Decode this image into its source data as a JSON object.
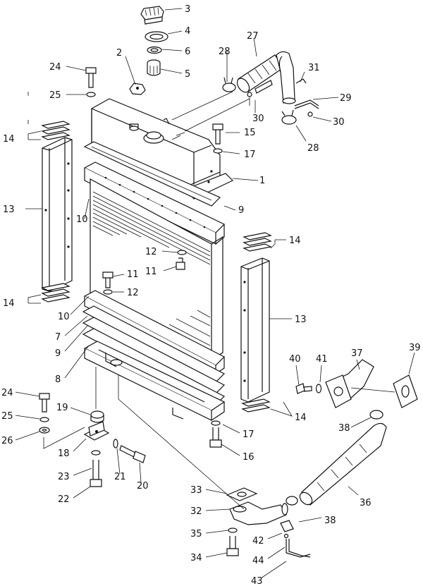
{
  "callouts": {
    "c1": "1",
    "c2": "2",
    "c3": "3",
    "c4": "4",
    "c5": "5",
    "c6": "6",
    "c7": "7",
    "c8": "8",
    "c9a": "9",
    "c9b": "9",
    "c10a": "10",
    "c10b": "10",
    "c11a": "11",
    "c11b": "11",
    "c12a": "12",
    "c12b": "12",
    "c13a": "13",
    "c13b": "13",
    "c14a": "14",
    "c14b": "14",
    "c14c": "14",
    "c14d": "14",
    "c15": "15",
    "c16": "16",
    "c17a": "17",
    "c17b": "17",
    "c18": "18",
    "c19": "19",
    "c20": "20",
    "c21": "21",
    "c22": "22",
    "c23": "23",
    "c24a": "24",
    "c24b": "24",
    "c25a": "25",
    "c25b": "25",
    "c26": "26",
    "c27": "27",
    "c28a": "28",
    "c28b": "28",
    "c29": "29",
    "c30a": "30",
    "c30b": "30",
    "c31": "31",
    "c32": "32",
    "c33": "33",
    "c34": "34",
    "c35": "35",
    "c36": "36",
    "c37": "37",
    "c38a": "38",
    "c38b": "38",
    "c39": "39",
    "c40": "40",
    "c41": "41",
    "c42": "42",
    "c43": "43",
    "c44": "44"
  }
}
